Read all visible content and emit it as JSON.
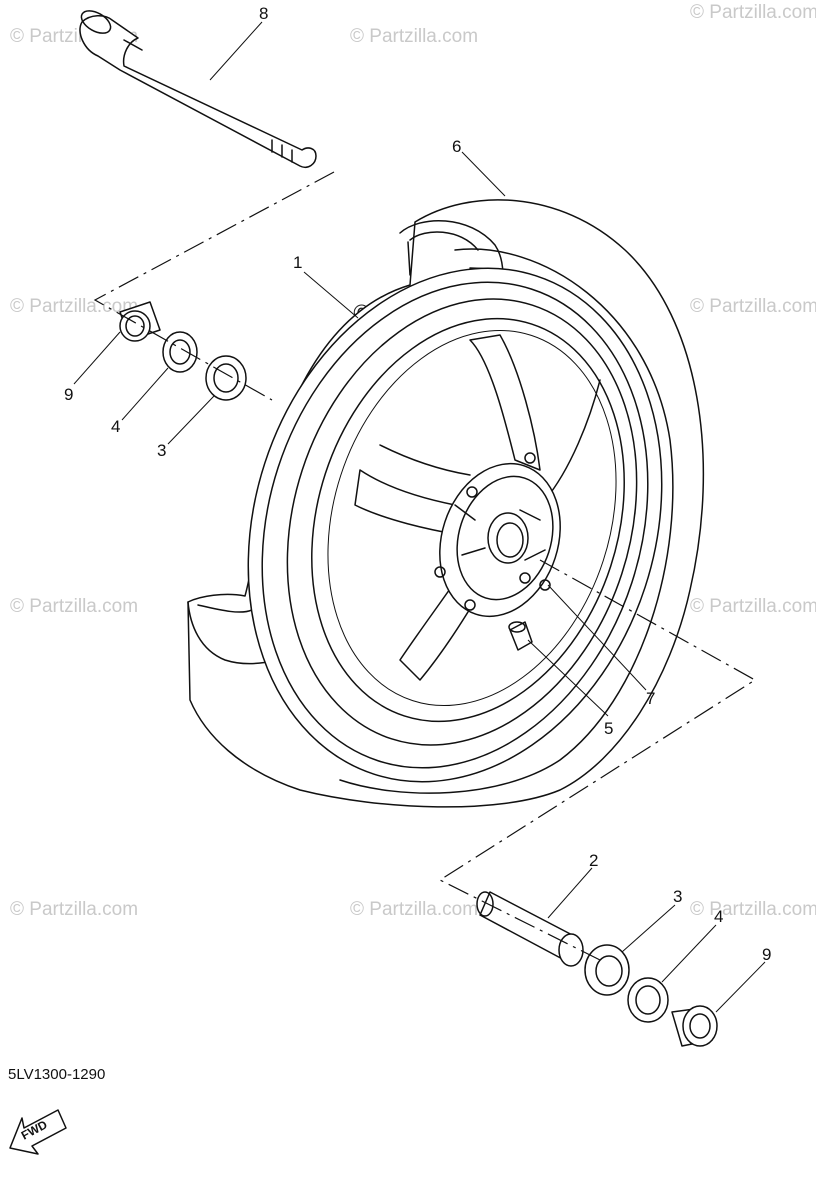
{
  "diagram": {
    "callouts": {
      "c1": "1",
      "c2": "2",
      "c3a": "3",
      "c3b": "3",
      "c4a": "4",
      "c4b": "4",
      "c5": "5",
      "c6": "6",
      "c7": "7",
      "c8": "8",
      "c9a": "9",
      "c9b": "9"
    },
    "watermark": "© Partzilla.com",
    "fwd_label": "FWD",
    "diagram_code": "5LV1300-1290"
  }
}
